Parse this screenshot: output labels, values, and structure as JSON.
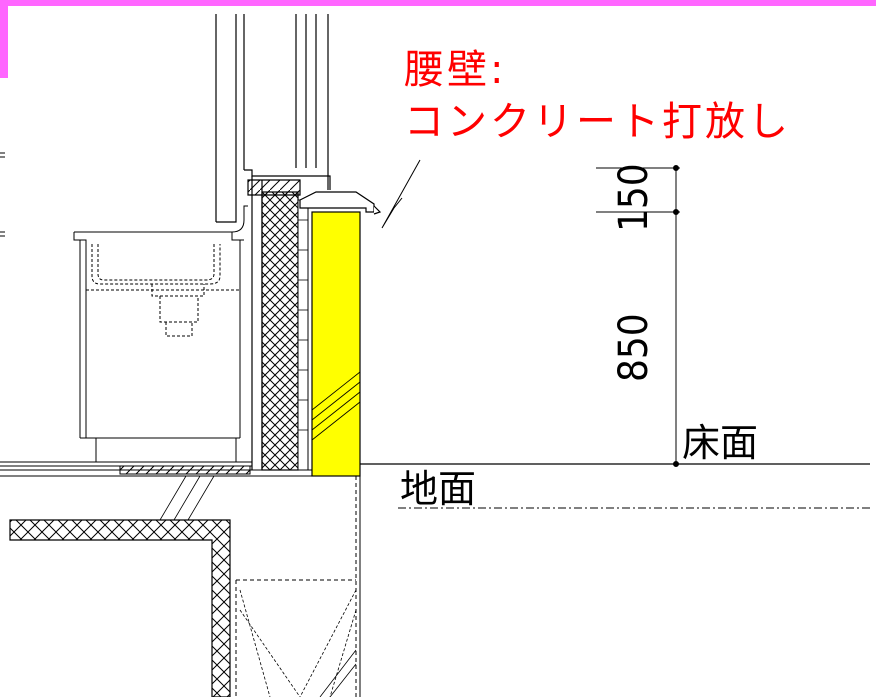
{
  "annotation": {
    "line1": "腰壁:",
    "line2": "コンクリート打放し"
  },
  "dimensions": {
    "upper": "150",
    "lower": "850"
  },
  "labels": {
    "floor": "床面",
    "ground": "地面"
  },
  "colors": {
    "annotation": "#ff0000",
    "highlight_fill": "#ffff00",
    "frame_accent": "#ff66ff",
    "line": "#000000"
  }
}
